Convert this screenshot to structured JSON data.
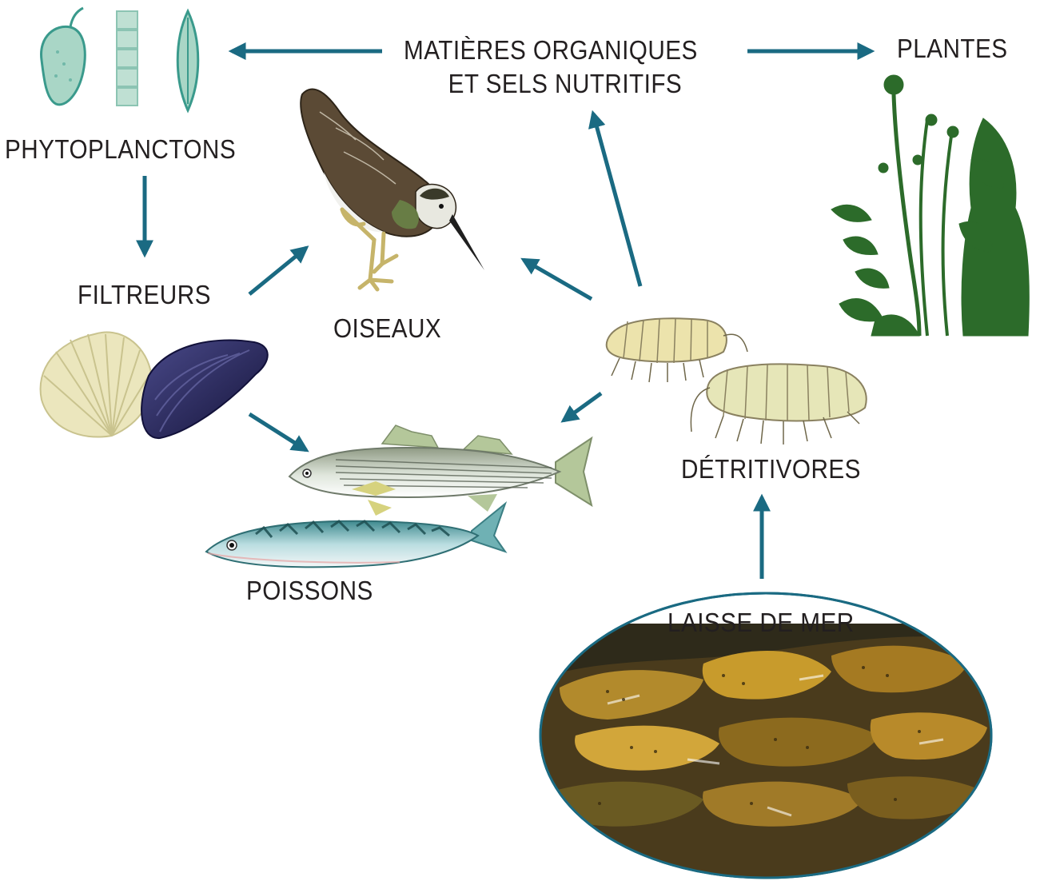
{
  "diagram": {
    "colors": {
      "arrow": "#1a6a82",
      "text": "#231f20",
      "phytoplankton": "#8fc9b8",
      "phytoplankton_outline": "#3a9a8c",
      "plants": "#2c6b2a",
      "shell": "#e9e4b8",
      "mussel": "#2c2a5e",
      "bird_body": "#5b4a35",
      "fish_bass": "#b9c7b5",
      "fish_mackerel": "#5f9ea0",
      "amphipod": "#e9e3b2",
      "wrack": "#a0761e"
    },
    "nodes": {
      "nutrients": {
        "line1": "MATIÈRES ORGANIQUES",
        "line2": "ET SELS NUTRITIFS"
      },
      "plants": {
        "label": "PLANTES",
        "icon": "plant-silhouette-icon"
      },
      "phytoplankton": {
        "label": "PHYTOPLANCTONS",
        "icon": "diatom-icon"
      },
      "filter_feeders": {
        "label": "FILTREURS",
        "icon": "shell-icon"
      },
      "birds": {
        "label": "OISEAUX",
        "icon": "bird-icon"
      },
      "fish": {
        "label": "POISSONS",
        "icon": "fish-icon"
      },
      "detritivores": {
        "label": "DÉTRITIVORES",
        "icon": "amphipod-icon"
      },
      "wrack": {
        "label": "LAISSE DE MER",
        "icon": "seaweed-pile-icon"
      }
    },
    "edges": [
      {
        "from": "nutrients",
        "to": "phytoplankton"
      },
      {
        "from": "nutrients",
        "to": "plants"
      },
      {
        "from": "phytoplankton",
        "to": "filter_feeders"
      },
      {
        "from": "filter_feeders",
        "to": "birds"
      },
      {
        "from": "filter_feeders",
        "to": "fish"
      },
      {
        "from": "detritivores",
        "to": "birds"
      },
      {
        "from": "detritivores",
        "to": "nutrients"
      },
      {
        "from": "detritivores",
        "to": "fish"
      },
      {
        "from": "wrack",
        "to": "detritivores"
      }
    ]
  }
}
